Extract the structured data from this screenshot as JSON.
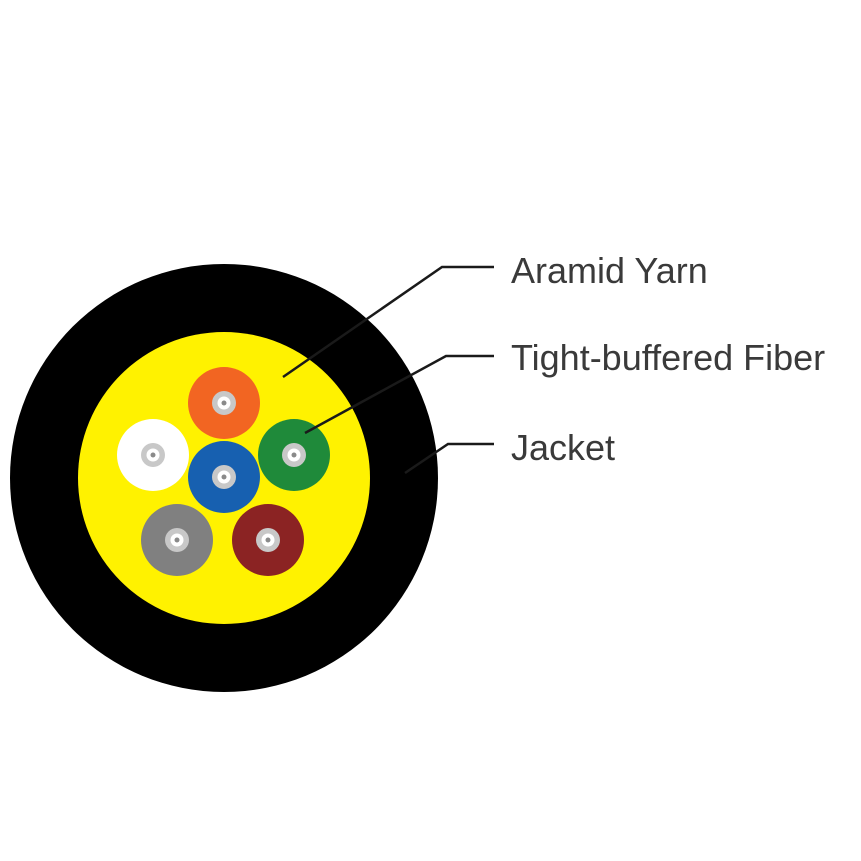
{
  "diagram": {
    "labels": {
      "aramid_yarn": "Aramid Yarn",
      "tight_buffered_fiber": "Tight-buffered Fiber",
      "jacket": "Jacket"
    },
    "colors": {
      "jacket": "#000000",
      "aramid_yarn": "#fff200",
      "leader_line": "#1a1a1a",
      "label_text": "#3a3a3a",
      "fiber_core_ring": "#c8c8c8",
      "fiber_core_center": "#8a8a8a"
    },
    "fibers": [
      {
        "name": "orange",
        "color": "#f26522"
      },
      {
        "name": "white",
        "color": "#ffffff"
      },
      {
        "name": "blue",
        "color": "#1760b0"
      },
      {
        "name": "green",
        "color": "#1f8a3a"
      },
      {
        "name": "gray",
        "color": "#808080"
      },
      {
        "name": "brown",
        "color": "#8b2323"
      }
    ]
  }
}
